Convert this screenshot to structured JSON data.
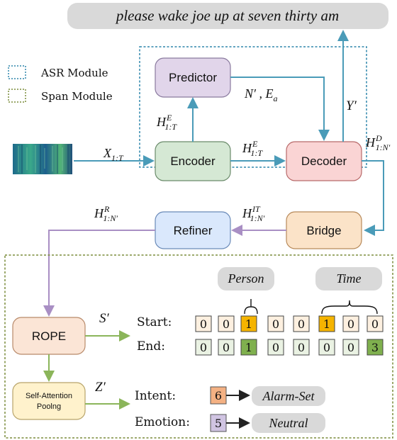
{
  "sentence": "please wake joe up at seven thirty am",
  "legend": {
    "asr": "ASR Module",
    "span": "Span Module",
    "asr_color": "#2e86ab",
    "span_color": "#7a8c3a"
  },
  "modules": {
    "predictor": "Predictor",
    "encoder": "Encoder",
    "decoder": "Decoder",
    "bridge": "Bridge",
    "refiner": "Refiner",
    "rope": "ROPE",
    "pooling": "Self-Attention Poolng"
  },
  "math": {
    "x": "X",
    "x_sub": "1:T",
    "h": "H",
    "e": "E",
    "sub_t": "1:T",
    "d": "D",
    "sub_n": "1:N′",
    "it": "IT",
    "r": "R",
    "n_prime": "N′ , E",
    "a": "a",
    "y_prime": "Y′",
    "s_prime": "S′",
    "z_prime": "Z′"
  },
  "span": {
    "person": "Person",
    "time": "Time",
    "start_label": "Start:",
    "end_label": "End:",
    "start": [
      "0",
      "0",
      "1",
      "0",
      "0",
      "1",
      "0",
      "0"
    ],
    "end": [
      "0",
      "0",
      "1",
      "0",
      "0",
      "0",
      "0",
      "3"
    ]
  },
  "outputs": {
    "intent_label": "Intent:",
    "intent_value": "6",
    "intent_class": "Alarm-Set",
    "emotion_label": "Emotion:",
    "emotion_value": "5",
    "emotion_class": "Neutral"
  }
}
